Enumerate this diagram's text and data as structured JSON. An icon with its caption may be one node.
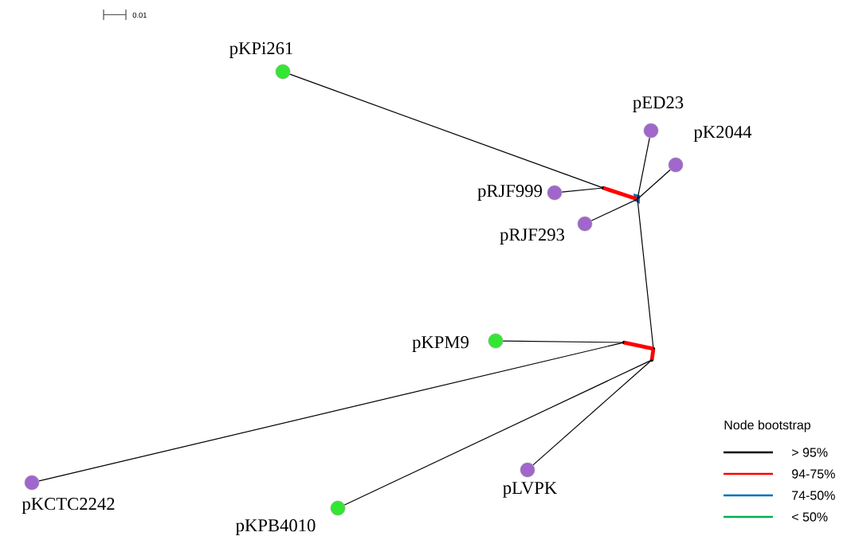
{
  "diagram": {
    "nodes": [
      {
        "text": [
          "pKPi261"
        ]
      },
      {
        "text": [
          "pED23"
        ]
      },
      {
        "text": [
          "pK2044"
        ]
      },
      {
        "text": [
          "pRJF999"
        ]
      },
      {
        "text": [
          "pRJF293"
        ]
      },
      {
        "text": [
          "pKPM9"
        ]
      },
      {
        "text": [
          "pKCTC2242"
        ]
      },
      {
        "text": [
          "pLVPK"
        ]
      },
      {
        "text": [
          "pKPB4010"
        ]
      },
      {
        "text": [],
        "shape": "point"
      },
      {
        "text": [],
        "shape": "point"
      },
      {
        "text": [],
        "shape": "point"
      },
      {
        "text": [],
        "shape": "point"
      },
      {
        "text": [],
        "shape": "point"
      }
    ],
    "edges": [
      {
        "from": 0,
        "to": 9,
        "arrow": "none"
      },
      {
        "from": 3,
        "to": 9,
        "arrow": "none"
      },
      {
        "from": 9,
        "to": 10,
        "arrow": "none",
        "style": "thick",
        "color": "#ff0000"
      },
      {
        "from": 10,
        "to": 1,
        "arrow": "none"
      },
      {
        "from": 10,
        "to": 2,
        "arrow": "none"
      },
      {
        "from": 10,
        "to": 4,
        "arrow": "none"
      },
      {
        "from": 10,
        "to": 12,
        "arrow": "none"
      },
      {
        "from": 5,
        "to": 11,
        "arrow": "none"
      },
      {
        "from": 6,
        "to": 11,
        "arrow": "none"
      },
      {
        "from": 11,
        "to": 12,
        "arrow": "none",
        "style": "thick",
        "color": "#ff0000"
      },
      {
        "from": 12,
        "to": 13,
        "arrow": "none",
        "style": "thick",
        "color": "#ff0000"
      },
      {
        "from": 13,
        "to": 8,
        "arrow": "none"
      },
      {
        "from": 13,
        "to": 7,
        "arrow": "none"
      }
    ],
    "labels": [
      "0.01",
      "Node bootstrap"
    ],
    "legend": [
      {
        "text": "> 95%",
        "color": "#000000"
      },
      {
        "text": "94-75%",
        "color": "#ff0000"
      },
      {
        "text": "74-50%",
        "color": "#0070c0"
      },
      {
        "text": "< 50%",
        "color": "#00b050"
      }
    ]
  }
}
